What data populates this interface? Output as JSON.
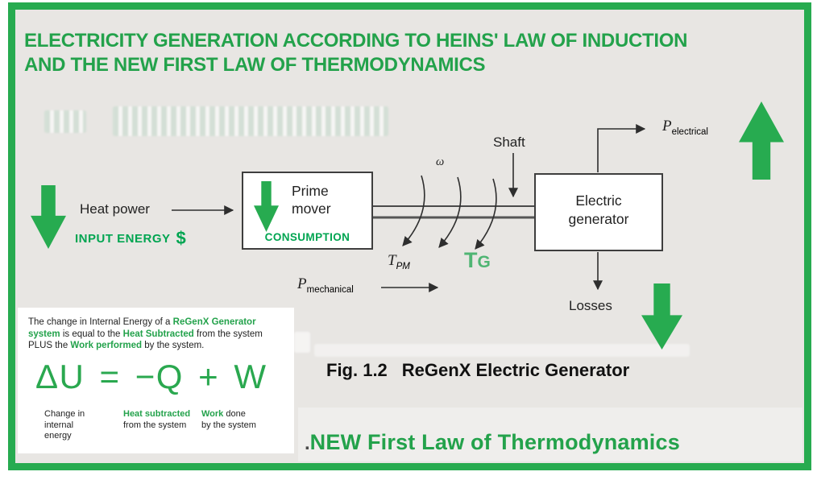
{
  "colors": {
    "green": "#27AB50",
    "title_green": "#23A24B",
    "bright_green": "#00A551",
    "light_green": "#4FB573",
    "background_gray": "#E8E6E3",
    "box_white": "#FFFFFF",
    "line_dark": "#2E2E2E"
  },
  "title": {
    "line1": "ELECTRICITY GENERATION ACCORDING TO HEINS' LAW OF INDUCTION",
    "line2": "AND THE NEW FIRST LAW OF THERMODYNAMICS"
  },
  "diagram": {
    "heat_power": "Heat power",
    "input_energy": "INPUT ENERGY",
    "dollar": "$",
    "prime_mover_line1": "Prime",
    "prime_mover_line2": "mover",
    "consumption": "CONSUMPTION",
    "omega": "ω",
    "shaft": "Shaft",
    "torque_pm_main": "T",
    "torque_pm_sub": "PM",
    "torque_g_t": "T",
    "torque_g_g": "G",
    "p_mech_main": "P",
    "p_mech_sub": "mechanical",
    "generator_line1": "Electric",
    "generator_line2": "generator",
    "p_elec_main": "P",
    "p_elec_sub": "electrical",
    "losses": "Losses"
  },
  "formula_box": {
    "desc_1": "The change in Internal Energy of a ",
    "desc_2": "ReGenX Generator system",
    "desc_3": " is equal to the ",
    "desc_4": "Heat Subtracted",
    "desc_5": " from the system PLUS the ",
    "desc_6": "Work performed",
    "desc_7": " by the system.",
    "equation": "ΔU = −Q + W",
    "term1_l1": "Change in",
    "term1_l2": "internal",
    "term1_l3": "energy",
    "term2_green": "Heat subtracted",
    "term2_rest": "from the system",
    "term3_green": "Work",
    "term3_rest": " done",
    "term3_l2": "by the system"
  },
  "caption": {
    "fig_label": "Fig. 1.2",
    "fig_title": "ReGenX Electric Generator"
  },
  "footer": {
    "dot": ".",
    "law": "NEW First Law of Thermodynamics"
  }
}
